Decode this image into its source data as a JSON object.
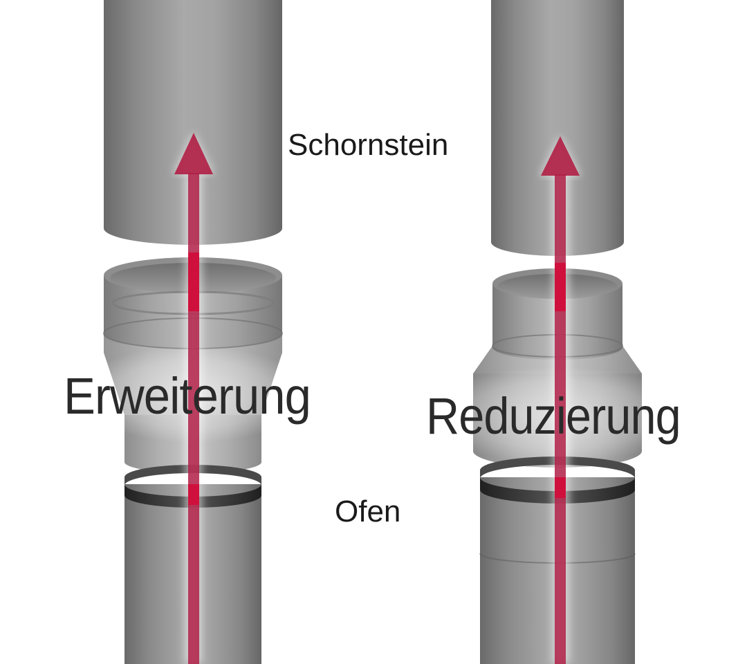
{
  "labels": {
    "chimney": "Schornstein",
    "stove": "Ofen",
    "widening": "Erweiterung",
    "reducing": "Reduzierung"
  },
  "colors": {
    "pipe_dark": "#6d6d6d",
    "pipe_light": "#a8a8a8",
    "arrow": "#b01e45",
    "arrow_bright": "#d0103c",
    "seam": "#2e2e2e"
  }
}
